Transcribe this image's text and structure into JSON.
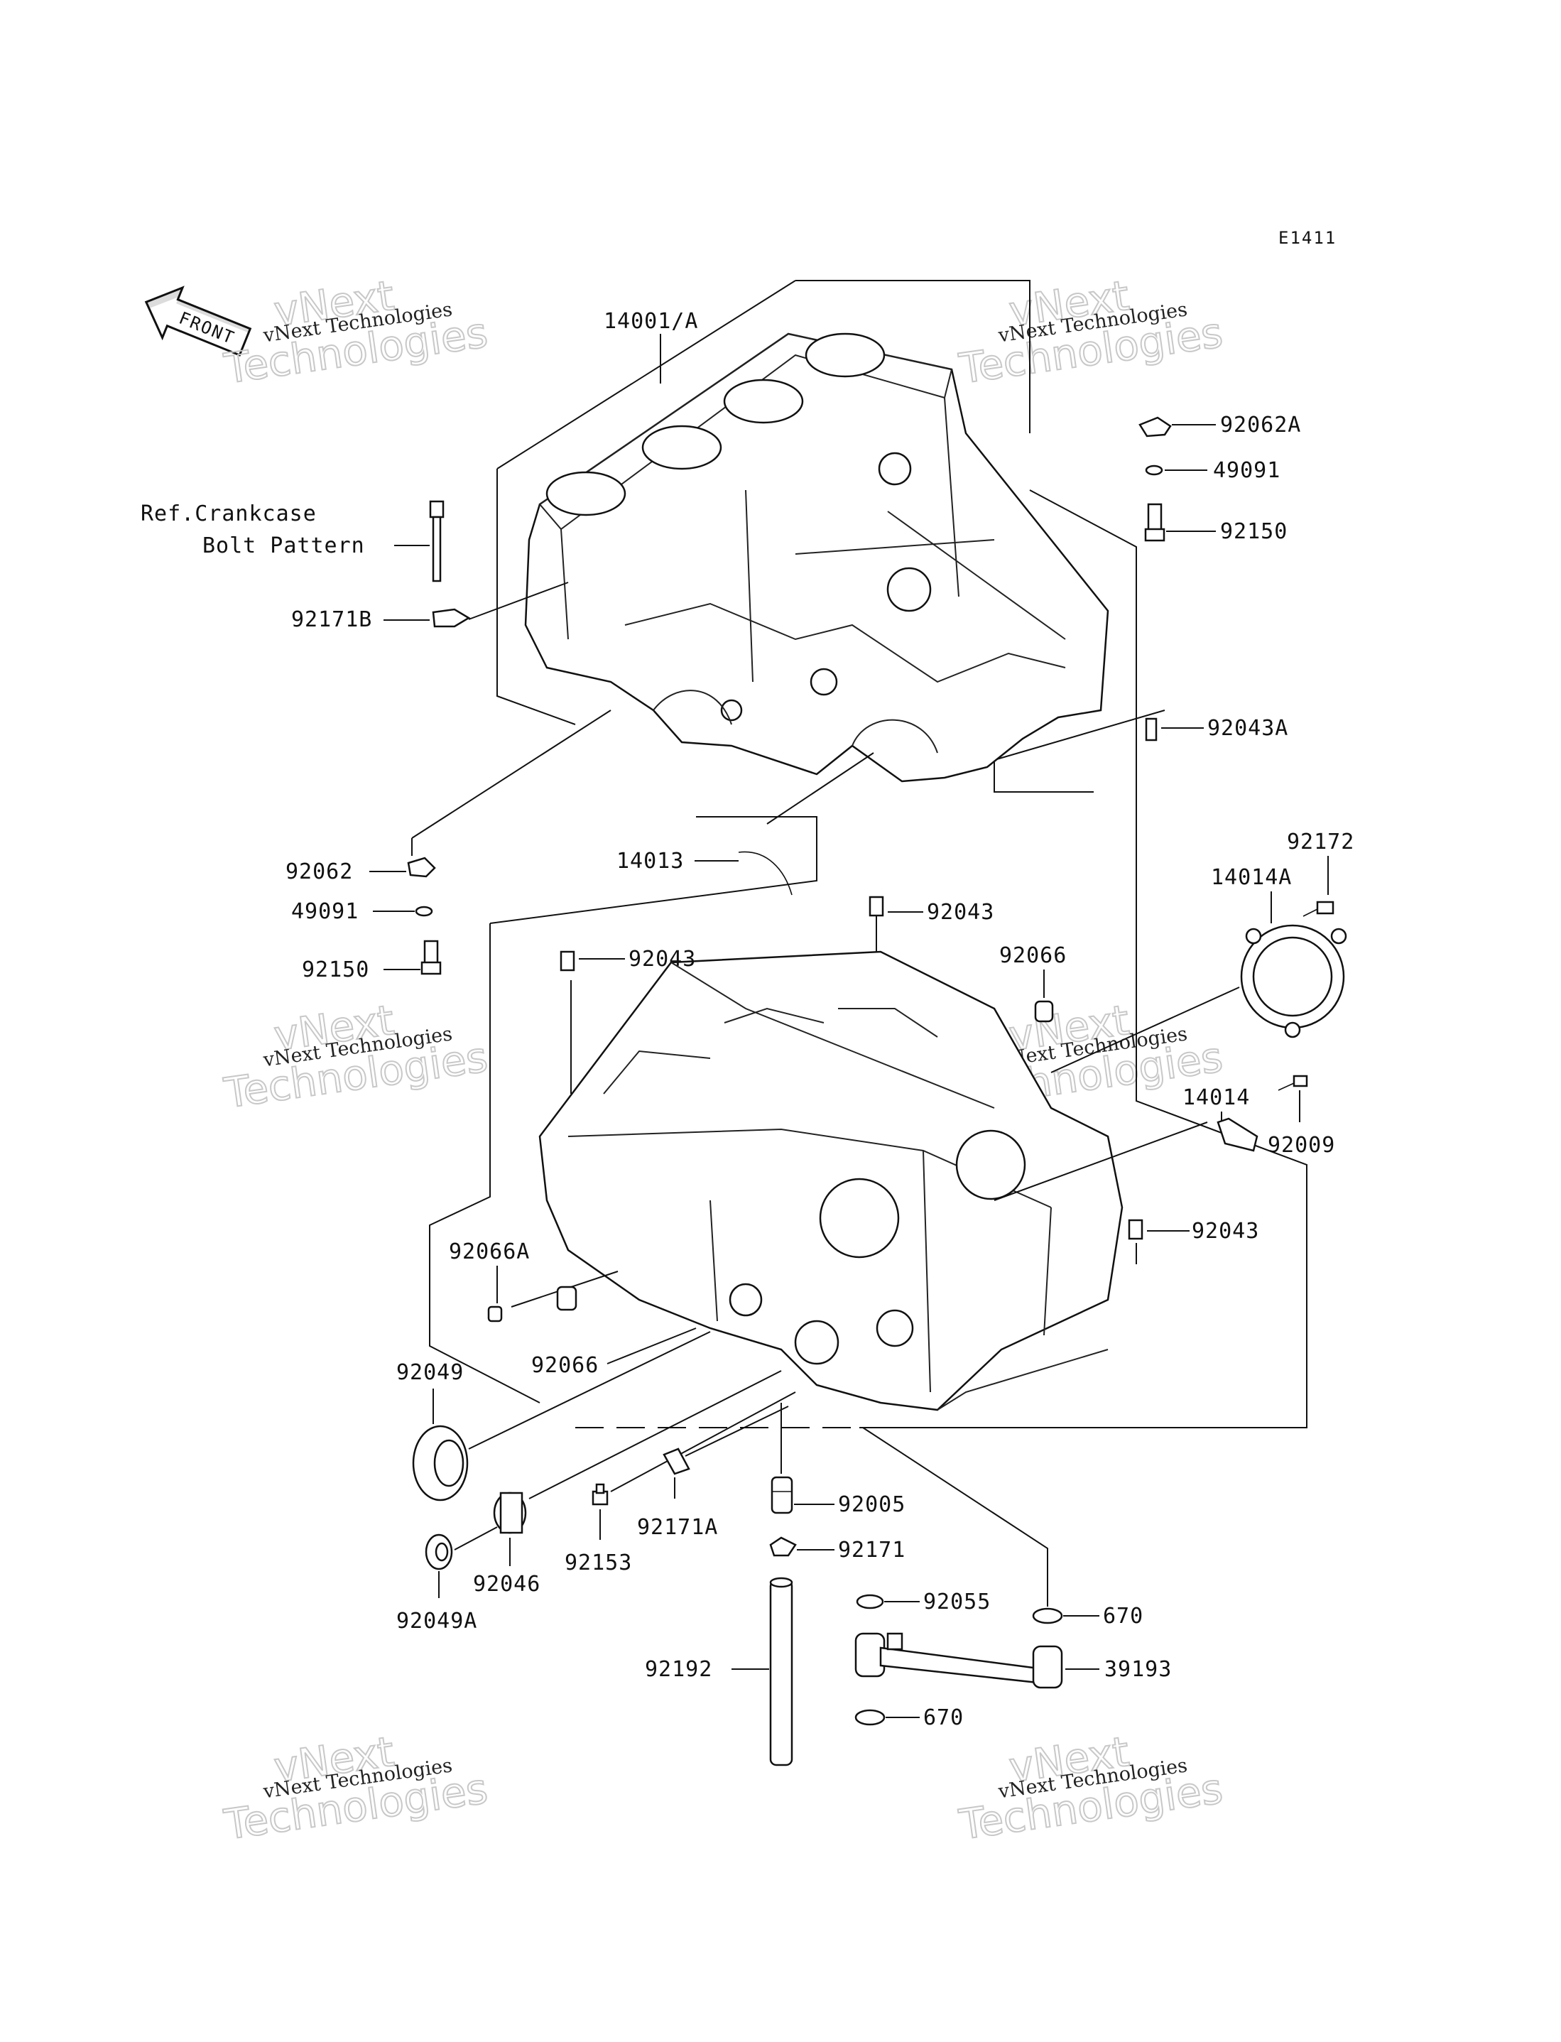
{
  "diagram_code": "E1411",
  "front_arrow_text": "FRONT",
  "ref_note": [
    "Ref.Crankcase",
    "Bolt Pattern"
  ],
  "watermark": {
    "line1": "vNext Technologies",
    "line2": "vNext",
    "line3": "Technologies"
  },
  "parts": {
    "p14001A": "14001/A",
    "p92062A": "92062A",
    "p49091_top": "49091",
    "p92150_top": "92150",
    "p92171B": "92171B",
    "p92043A": "92043A",
    "p14013": "14013",
    "p92062": "92062",
    "p49091": "49091",
    "p92150": "92150",
    "p92172": "92172",
    "p14014A": "14014A",
    "p92043_a": "92043",
    "p92043_b": "92043",
    "p92066_top": "92066",
    "p14014": "14014",
    "p92009": "92009",
    "p92043_c": "92043",
    "p92066A": "92066A",
    "p92066": "92066",
    "p92049": "92049",
    "p92005": "92005",
    "p92171A": "92171A",
    "p92171": "92171",
    "p92153": "92153",
    "p92046": "92046",
    "p92049A": "92049A",
    "p92055": "92055",
    "p670_top": "670",
    "p39193": "39193",
    "p92192": "92192",
    "p670_bot": "670"
  }
}
